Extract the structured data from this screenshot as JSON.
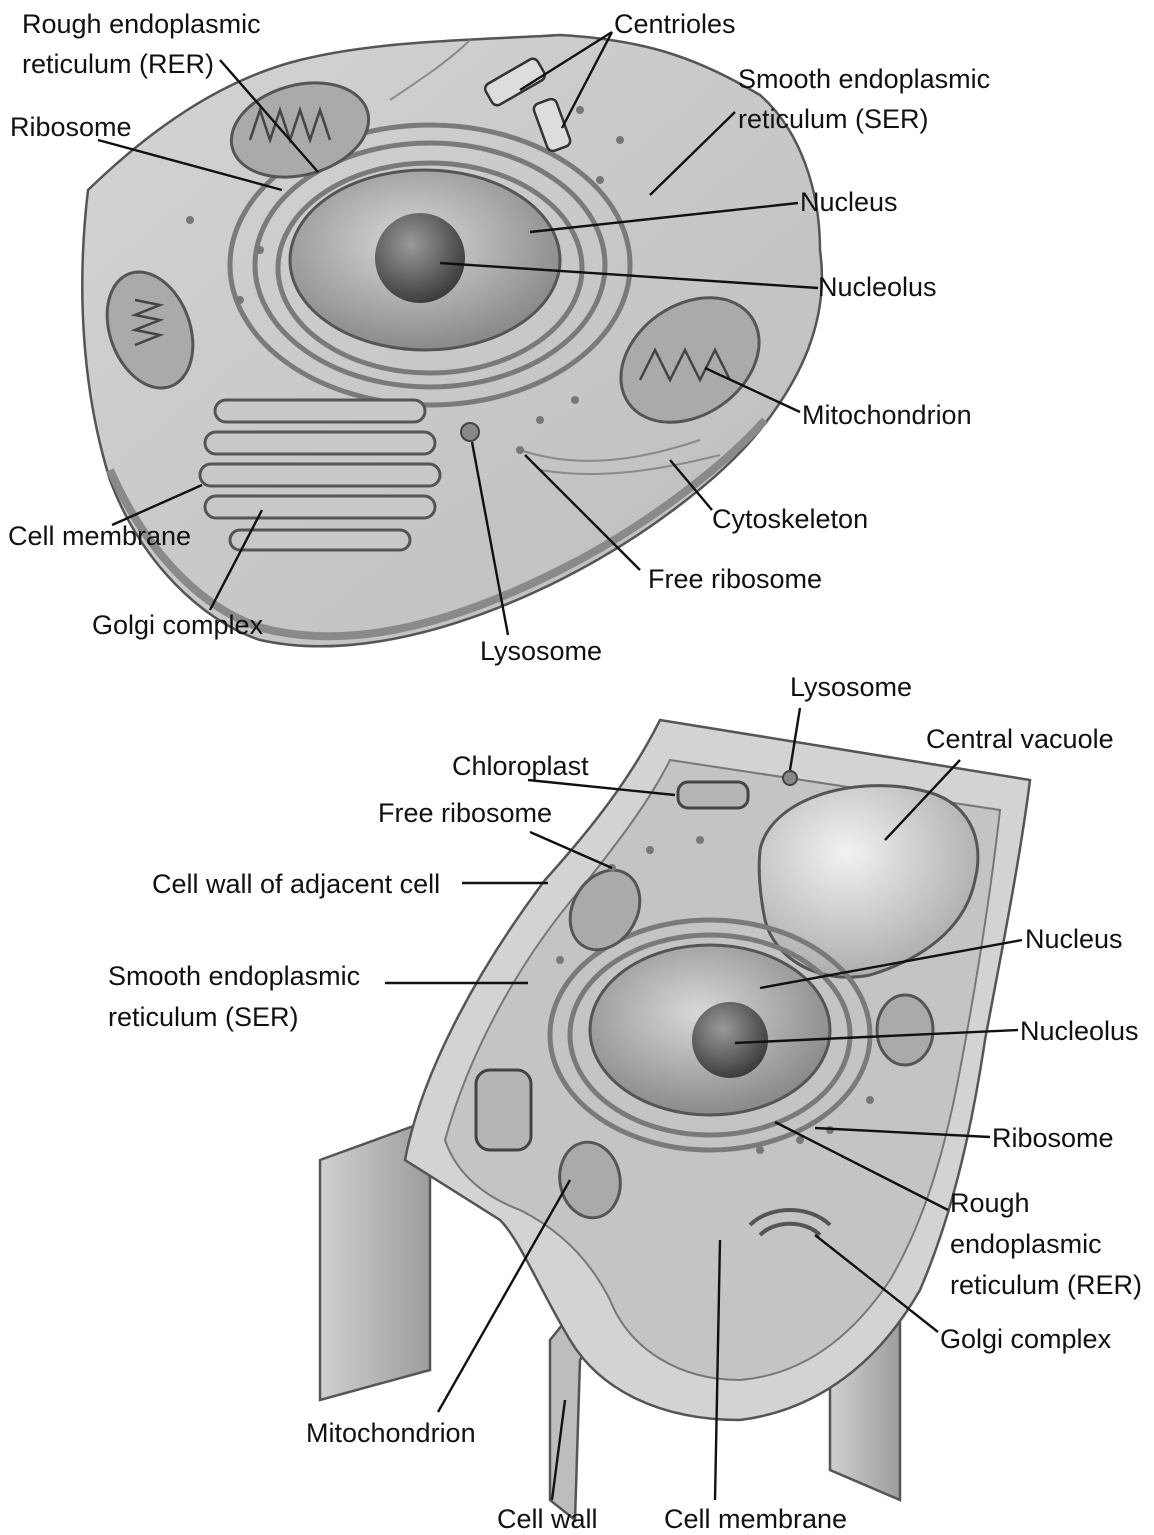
{
  "animal_cell": {
    "labels": {
      "rer": [
        "Rough endoplasmic",
        "reticulum (RER)"
      ],
      "centrioles": "Centrioles",
      "ser": [
        "Smooth endoplasmic",
        "reticulum (SER)"
      ],
      "ribosome": "Ribosome",
      "nucleus": "Nucleus",
      "nucleolus": "Nucleolus",
      "mitochondrion": "Mitochondrion",
      "cytoskeleton": "Cytoskeleton",
      "free_ribosome": "Free ribosome",
      "cell_membrane": "Cell membrane",
      "golgi": "Golgi complex",
      "lysosome": "Lysosome"
    }
  },
  "plant_cell": {
    "labels": {
      "lysosome": "Lysosome",
      "central_vacuole": "Central vacuole",
      "chloroplast": "Chloroplast",
      "free_ribosome": "Free ribosome",
      "cell_wall_adjacent": "Cell wall of adjacent cell",
      "ser": [
        "Smooth endoplasmic",
        "reticulum (SER)"
      ],
      "nucleus": "Nucleus",
      "nucleolus": "Nucleolus",
      "ribosome": "Ribosome",
      "rer": [
        "Rough",
        "endoplasmic",
        "reticulum (RER)"
      ],
      "golgi": "Golgi complex",
      "mitochondrion": "Mitochondrion",
      "cell_wall": "Cell wall",
      "cell_membrane": "Cell membrane"
    }
  }
}
